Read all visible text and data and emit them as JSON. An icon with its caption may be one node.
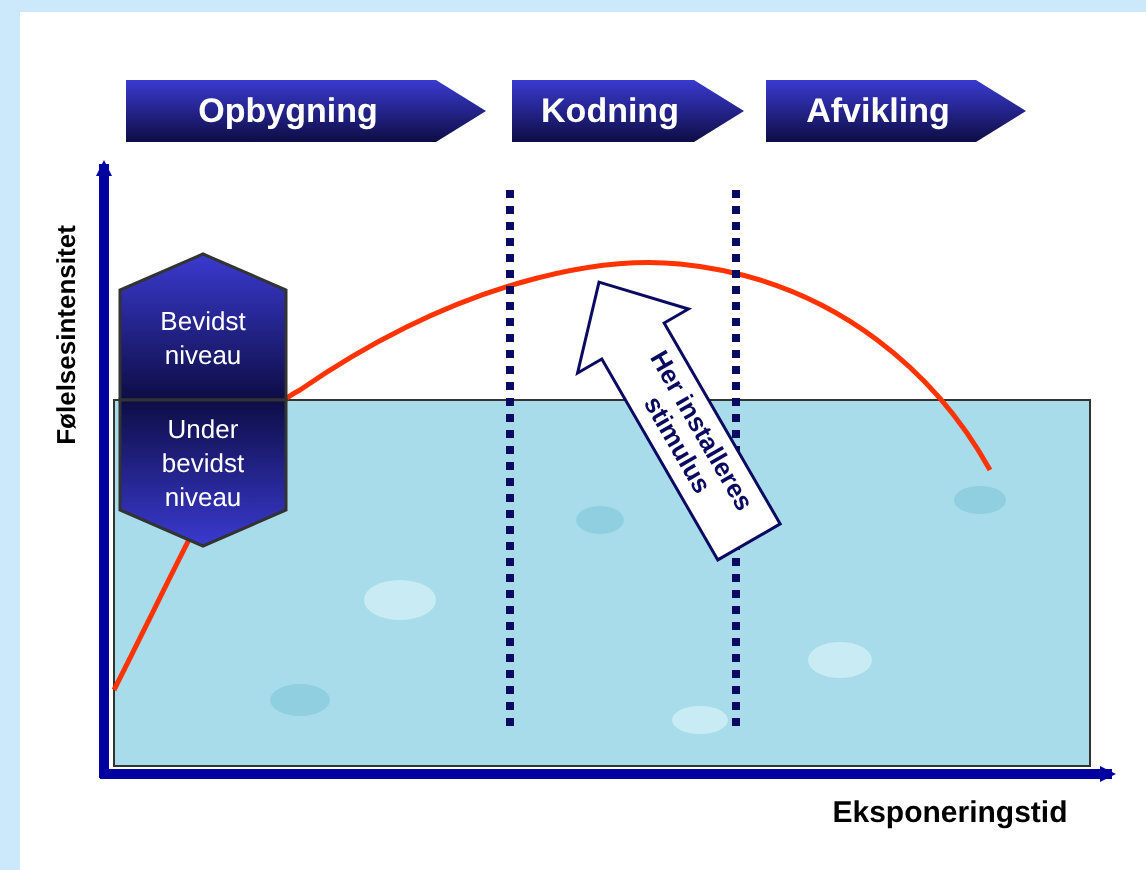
{
  "diagram": {
    "nodes": [
      {
        "text": [
          "Opbygning"
        ]
      },
      {
        "text": [
          "Kodning"
        ]
      },
      {
        "text": [
          "Afvikling"
        ]
      },
      {
        "text": [
          "Bevidst niveau"
        ]
      },
      {
        "text": [
          "Under bevidst niveau"
        ]
      },
      {
        "text": [
          "Her installeres stimulus"
        ]
      }
    ],
    "edges": [],
    "labels": [
      "Følelsesintensitet",
      "Eksponeringstid"
    ]
  }
}
